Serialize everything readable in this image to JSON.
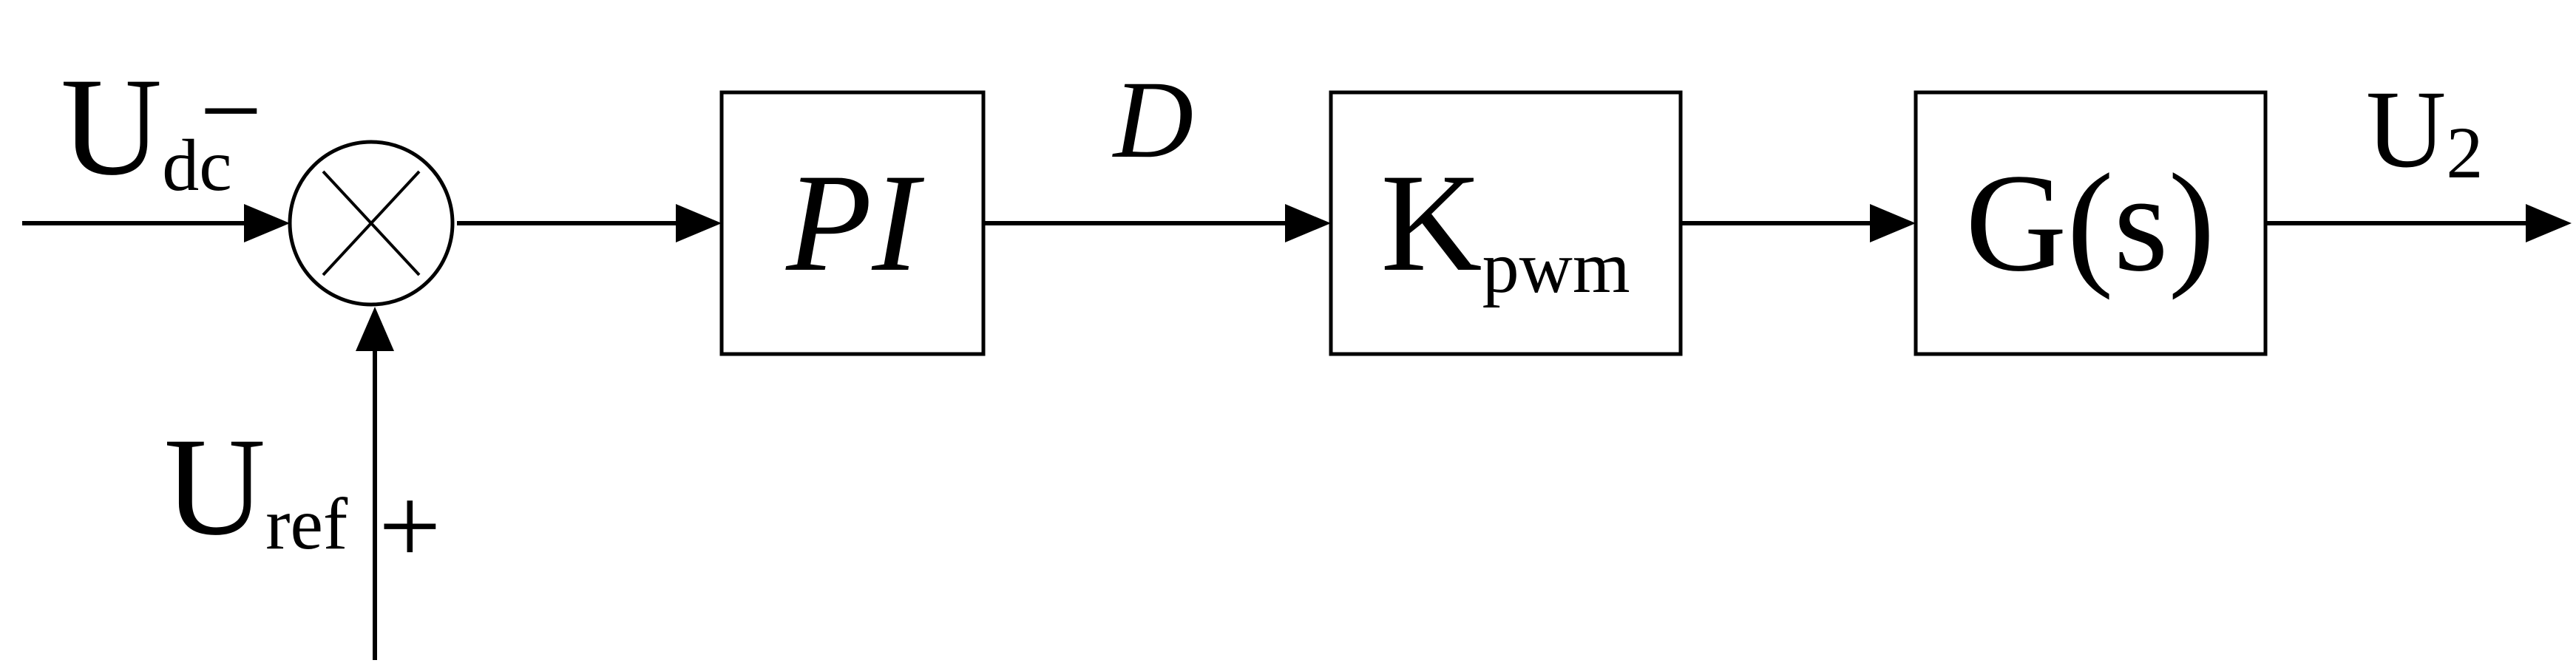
{
  "inputs": {
    "feedback": {
      "main": "U",
      "sub": "dc",
      "sign": "−"
    },
    "reference": {
      "main": "U",
      "sub": "ref",
      "sign": "+"
    }
  },
  "blocks": {
    "pi": "PI",
    "kpwm": {
      "main": "K",
      "sub": "pwm"
    },
    "plant": "G(s)"
  },
  "signals": {
    "duty": "D",
    "output": {
      "main": "U",
      "sub": "2"
    }
  },
  "colors": {
    "stroke": "#000000",
    "background": "#ffffff"
  }
}
